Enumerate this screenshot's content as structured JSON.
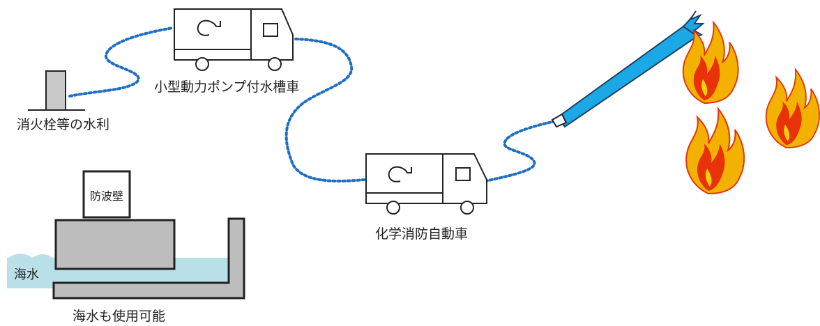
{
  "labels": {
    "hydrant": "消火栓等の水利",
    "pump_truck": "小型動力ポンプ付水槽車",
    "chem_truck": "化学消防自動車",
    "seawall": "防波壁",
    "seawater": "海水",
    "seawater_usable": "海水も使用可能"
  },
  "colors": {
    "hose": "#1f6fc0",
    "water_jet": "#1aa9e6",
    "sea": "#b9dfe8",
    "concrete": "#bdbdbd",
    "flame_outer": "#f3b200",
    "flame_inner": "#e8320a"
  },
  "icons": [
    "pump-icon",
    "fire-icon"
  ]
}
